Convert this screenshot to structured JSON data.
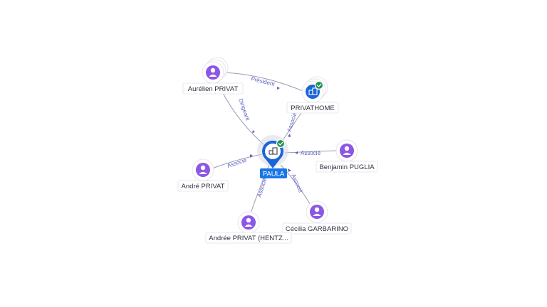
{
  "graph": {
    "center": {
      "name": "PAULA",
      "verified": true,
      "icon": "building-icon"
    },
    "company": {
      "name": "PRIVATHOME",
      "verified": true,
      "icon": "building-icon"
    },
    "persons": [
      {
        "key": "aurelien",
        "name": "Aurélien PRIVAT"
      },
      {
        "key": "benjamin",
        "name": "Benjamin PUGLIA"
      },
      {
        "key": "andre",
        "name": "André PRIVAT"
      },
      {
        "key": "cecilia",
        "name": "Cécilia GARBARINO"
      },
      {
        "key": "andree",
        "name": "Andrée PRIVAT (HENTZ..."
      }
    ],
    "relations": [
      {
        "key": "aurelien-privathome",
        "label": "Président"
      },
      {
        "key": "aurelien-paula",
        "label": "Dirigeant"
      },
      {
        "key": "privathome-paula",
        "label": "Associé"
      },
      {
        "key": "benjamin-paula",
        "label": "Associé"
      },
      {
        "key": "andre-paula",
        "label": "Associé"
      },
      {
        "key": "andree-paula",
        "label": "Associé"
      },
      {
        "key": "cecilia-paula",
        "label": "Associé"
      }
    ],
    "colors": {
      "person": "#8c56e6",
      "company": "#1a66d9",
      "center_label": "#1976e6",
      "verified": "#1e8f4f",
      "edge_label": "#5b5fc7"
    }
  }
}
